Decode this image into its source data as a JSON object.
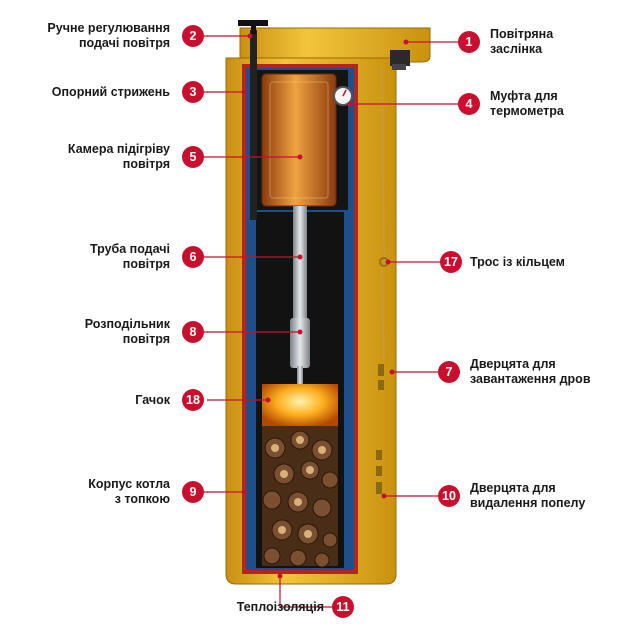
{
  "callouts": [
    {
      "id": "air-damper",
      "num": "1",
      "lines": [
        "Повітряна",
        "заслінка"
      ]
    },
    {
      "id": "manual-air-control",
      "num": "2",
      "lines": [
        "Ручне регулювання",
        "подачі повітря"
      ]
    },
    {
      "id": "support-rod",
      "num": "3",
      "lines": [
        "Опорний стрижень"
      ]
    },
    {
      "id": "thermometer-sleeve",
      "num": "4",
      "lines": [
        "Муфта для",
        "термометра"
      ]
    },
    {
      "id": "air-preheat-chamber",
      "num": "5",
      "lines": [
        "Камера підігріву",
        "повітря"
      ]
    },
    {
      "id": "air-supply-pipe",
      "num": "6",
      "lines": [
        "Труба подачі",
        "повітря"
      ]
    },
    {
      "id": "wood-loading-door",
      "num": "7",
      "lines": [
        "Дверцята для",
        "завантаження дров"
      ]
    },
    {
      "id": "air-distributor",
      "num": "8",
      "lines": [
        "Розподільник",
        "повітря"
      ]
    },
    {
      "id": "boiler-body",
      "num": "9",
      "lines": [
        "Корпус котла",
        "з топкою"
      ]
    },
    {
      "id": "ash-door",
      "num": "10",
      "lines": [
        "Дверцята для",
        "видалення попелу"
      ]
    },
    {
      "id": "insulation",
      "num": "11",
      "lines": [
        "Теплоізоляція"
      ]
    },
    {
      "id": "cable-ring",
      "num": "17",
      "lines": [
        "Трос із кільцем"
      ]
    },
    {
      "id": "hook",
      "num": "18",
      "lines": [
        "Гачок"
      ]
    }
  ],
  "colors": {
    "accent": "#c8102e",
    "body": "#e2b21e",
    "insulation": "#1f4f8a",
    "inner": "#c0392b",
    "chamber": "#d9801e"
  }
}
